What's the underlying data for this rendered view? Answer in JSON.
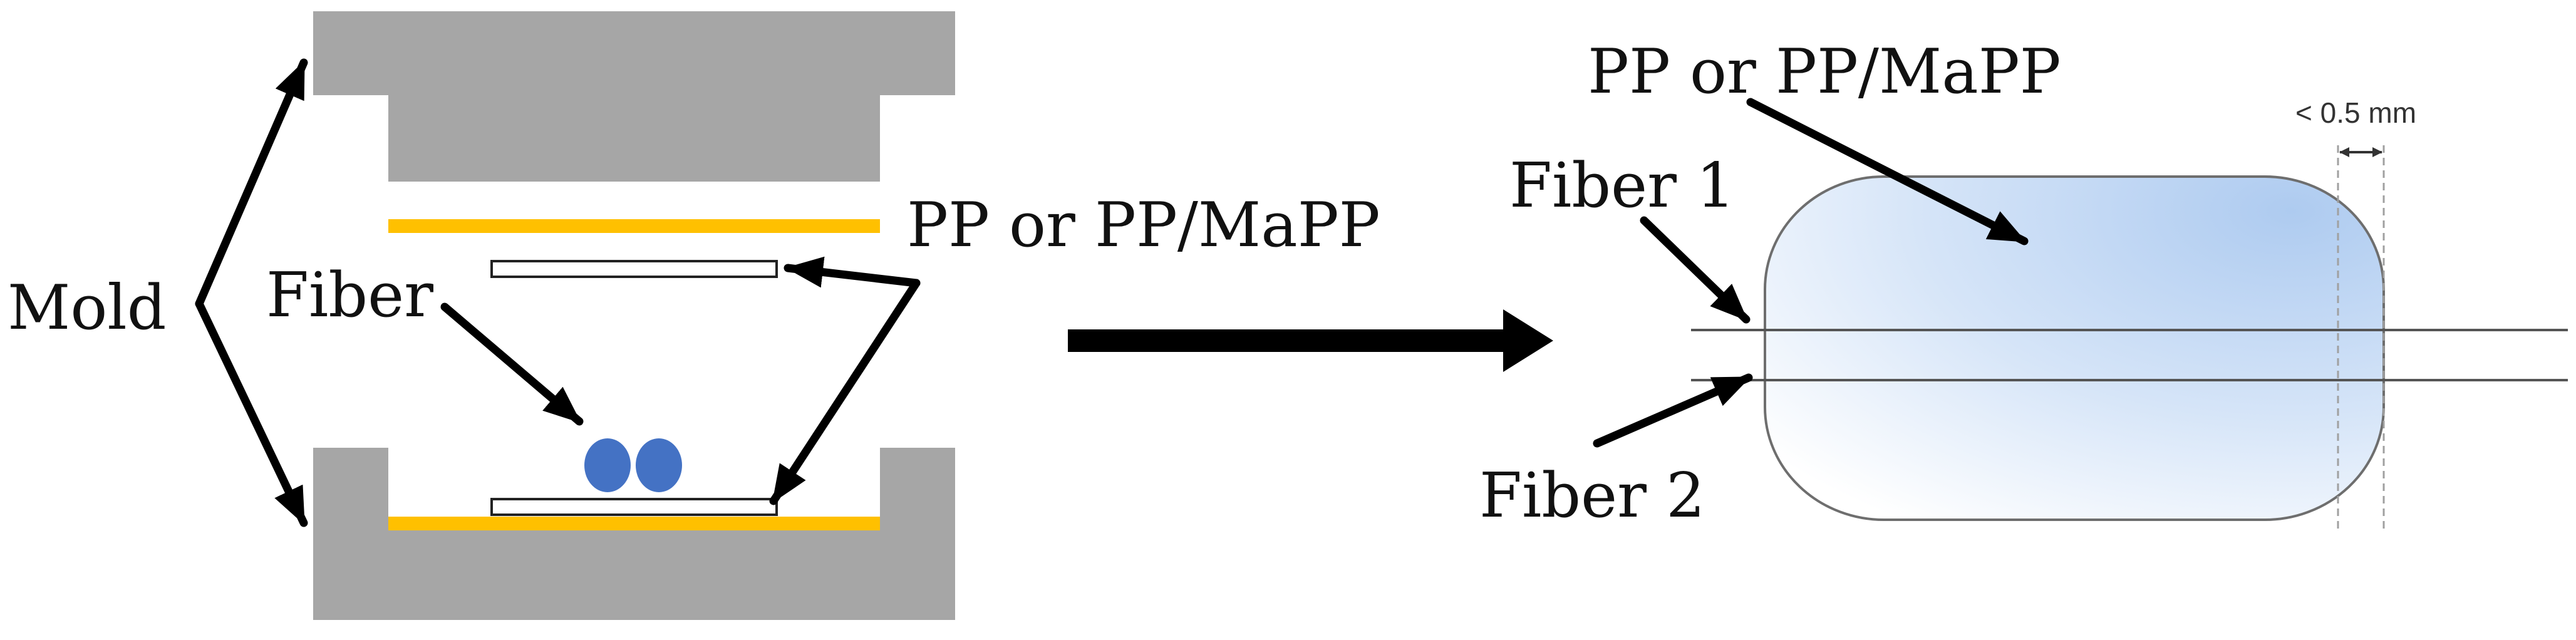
{
  "labels": {
    "mold": "Mold",
    "fiber": "Fiber",
    "matrix_left": "PP or PP/MaPP",
    "matrix_right": "PP or PP/MaPP",
    "fiber_1": "Fiber 1",
    "fiber_2": "Fiber 2",
    "gap": "< 0.5 mm"
  },
  "colors": {
    "mold": "#a6a6a6",
    "heater_strip": "#ffc000",
    "fiber": "#4472c4",
    "arrow": "#000000",
    "sample_fill": "#c5daf4",
    "sample_outline": "#6e6e6e"
  }
}
